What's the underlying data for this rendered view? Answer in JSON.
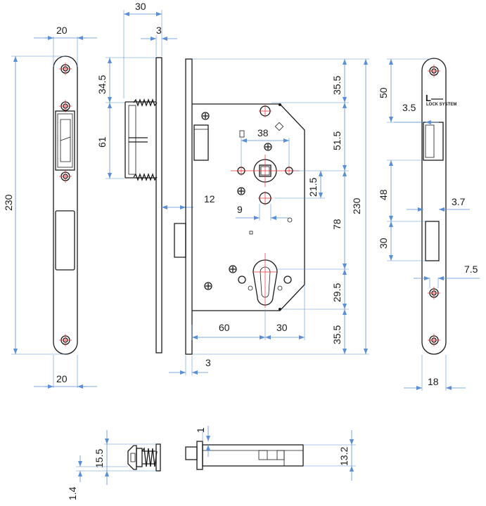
{
  "dimensions": {
    "faceplate_left_width_top": "20",
    "faceplate_left_width_bottom": "20",
    "faceplate_left_height": "230",
    "side_depth_top": "30",
    "side_thickness": "3",
    "latch_offset": "34.5",
    "latch_height": "61",
    "deadbolt_projection": "12",
    "case_thickness_bottom": "3",
    "case_top_to_spindle": "35.5",
    "spindle_spacing_51_5": "51.5",
    "spindle_to_square": "21.5",
    "square_width": "38",
    "small_hole": "9",
    "spindle_to_cylinder": "78",
    "cylinder_to_bottom": "29.5",
    "bottom_offset": "35.5",
    "case_height": "230",
    "backset": "60",
    "cylinder_offset": "30",
    "strike_top": "50",
    "strike_latch_offset": "3.5",
    "strike_latch_gap": "48",
    "strike_hole_depth": "3.7",
    "strike_hole_height": "30",
    "strike_screw": "7.5",
    "strike_width": "18",
    "bottom_latch_height": "15.5",
    "bottom_latch_base": "1.4",
    "bottom_faceplate_thickness": "1",
    "bottom_case_thickness": "13.2"
  },
  "logo": {
    "mark": "L",
    "text": "LOCK SYSTEM"
  },
  "colors": {
    "dimension": "#5a8fd8",
    "centerline": "#e63030",
    "outline": "#1a1a1a"
  }
}
